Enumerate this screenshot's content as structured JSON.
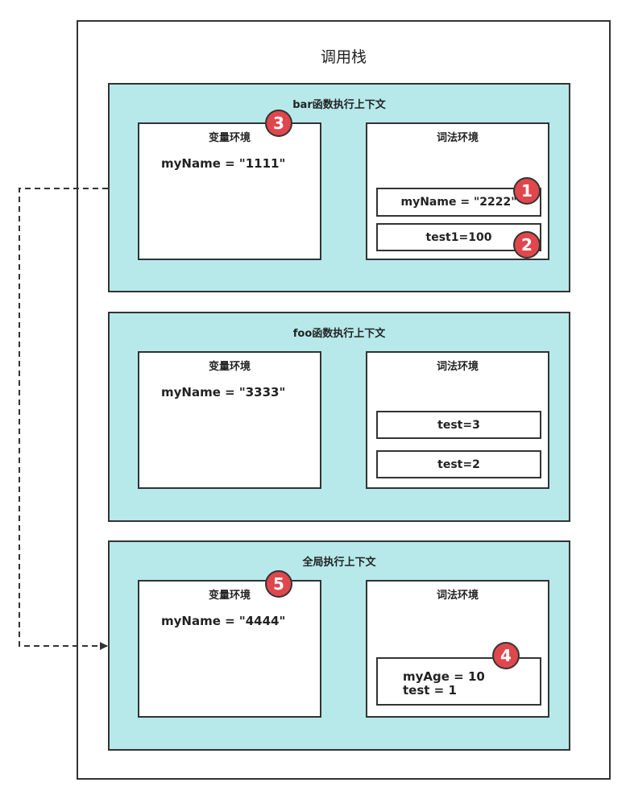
{
  "call_stack": {
    "title": "调用栈",
    "contexts": [
      {
        "title": "bar函数执行上下文",
        "variable_env": {
          "title": "变量环境",
          "values": [
            "myName = \"1111\""
          ]
        },
        "lexical_env": {
          "title": "词法环境",
          "items": [
            "myName = \"2222\"",
            "test1=100"
          ]
        }
      },
      {
        "title": "foo函数执行上下文",
        "variable_env": {
          "title": "变量环境",
          "values": [
            "myName = \"3333\""
          ]
        },
        "lexical_env": {
          "title": "词法环境",
          "items": [
            "test=3",
            "test=2"
          ]
        }
      },
      {
        "title": "全局执行上下文",
        "variable_env": {
          "title": "变量环境",
          "values": [
            "myName = \"4444\""
          ]
        },
        "lexical_env": {
          "title": "词法环境",
          "items": [],
          "block": [
            "myAge = 10",
            "test = 1"
          ]
        }
      }
    ]
  },
  "badges": [
    "1",
    "2",
    "3",
    "4",
    "5"
  ],
  "colors": {
    "context_fill": "#b7e9ea",
    "badge_fill": "#e0474c",
    "stroke": "#333333"
  }
}
